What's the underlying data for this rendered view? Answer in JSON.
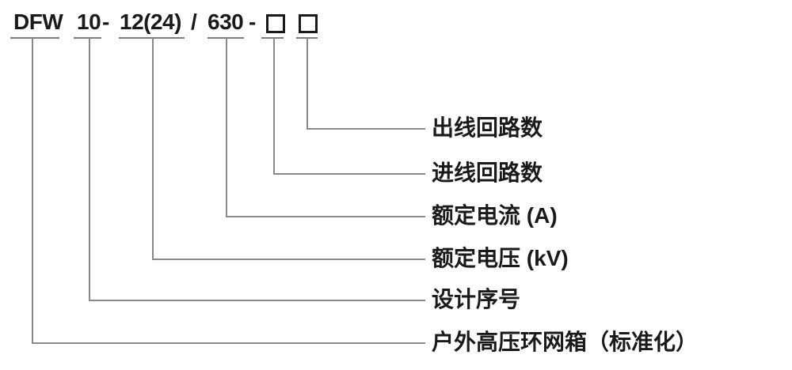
{
  "model_code": {
    "series": "DFW",
    "design_no": "10",
    "dash1": "-",
    "voltage": "12(24)",
    "slash": "/",
    "current": "630",
    "dash2": "-",
    "placeholder_box_icon": "empty-square"
  },
  "labels": {
    "outgoing_circuits": "出线回路数",
    "incoming_circuits": "进线回路数",
    "rated_current": "额定电流 (A)",
    "rated_voltage": "额定电压 (kV)",
    "design_serial": "设计序号",
    "product_type": "户外高压环网箱（标准化）"
  },
  "colors": {
    "background": "#ffffff",
    "text": "#1a1a1a",
    "leader_line": "#8a8a8a",
    "underline": "#7d7d7d"
  }
}
